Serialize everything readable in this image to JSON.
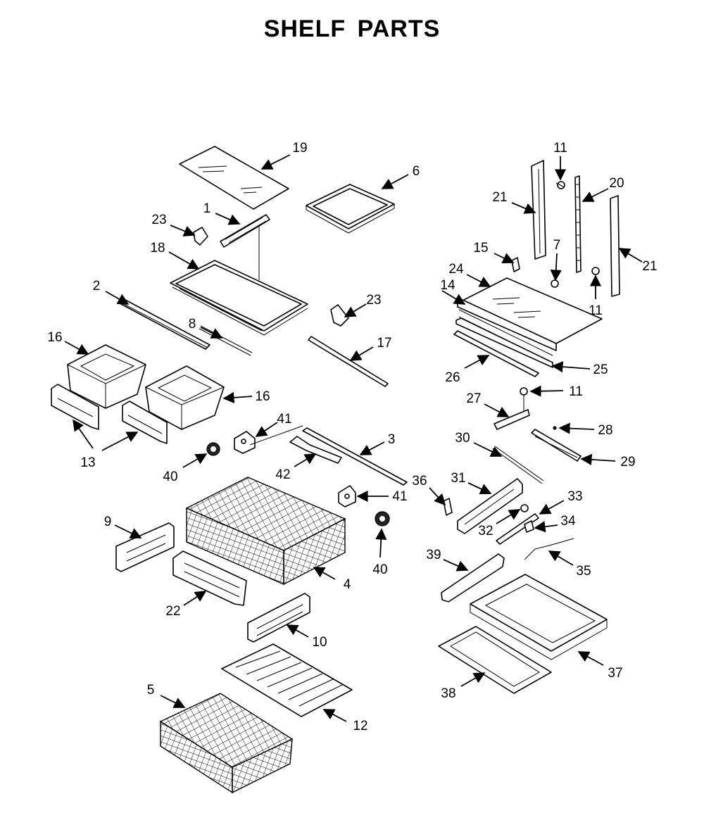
{
  "title": "SHELF PARTS",
  "callouts": {
    "c1": "1",
    "c2": "2",
    "c3": "3",
    "c4": "4",
    "c5": "5",
    "c6": "6",
    "c7": "7",
    "c8": "8",
    "c9": "9",
    "c10": "10",
    "c11a": "11",
    "c11b": "11",
    "c11c": "11",
    "c12": "12",
    "c13": "13",
    "c14": "14",
    "c15": "15",
    "c16a": "16",
    "c16b": "16",
    "c17": "17",
    "c18": "18",
    "c19": "19",
    "c20": "20",
    "c21a": "21",
    "c21b": "21",
    "c22": "22",
    "c23a": "23",
    "c23b": "23",
    "c24": "24",
    "c25": "25",
    "c26": "26",
    "c27": "27",
    "c28": "28",
    "c29": "29",
    "c30": "30",
    "c31": "31",
    "c32": "32",
    "c33": "33",
    "c34": "34",
    "c35": "35",
    "c36": "36",
    "c37": "37",
    "c38": "38",
    "c39": "39",
    "c40a": "40",
    "c40b": "40",
    "c41a": "41",
    "c41b": "41",
    "c42": "42"
  }
}
